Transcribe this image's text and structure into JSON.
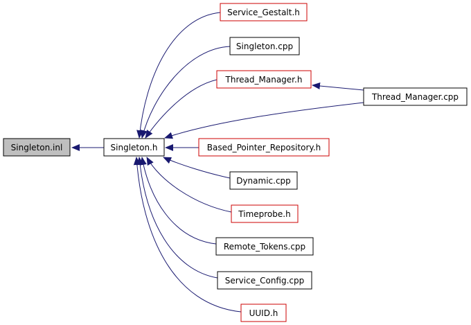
{
  "colors": {
    "edge": "#191970",
    "border_default": "#000000",
    "border_undocumented": "#cc0000",
    "fill_default": "#ffffff",
    "fill_root": "#bfbfbf"
  },
  "nodes": {
    "singleton_inl": {
      "label": "Singleton.inl",
      "style": "root"
    },
    "singleton_h": {
      "label": "Singleton.h",
      "style": "default"
    },
    "service_gestalt_h": {
      "label": "Service_Gestalt.h",
      "style": "undocumented"
    },
    "singleton_cpp": {
      "label": "Singleton.cpp",
      "style": "default"
    },
    "thread_manager_h": {
      "label": "Thread_Manager.h",
      "style": "undocumented"
    },
    "thread_manager_cpp": {
      "label": "Thread_Manager.cpp",
      "style": "default"
    },
    "based_pointer_repository_h": {
      "label": "Based_Pointer_Repository.h",
      "style": "undocumented"
    },
    "dynamic_cpp": {
      "label": "Dynamic.cpp",
      "style": "default"
    },
    "timeprobe_h": {
      "label": "Timeprobe.h",
      "style": "undocumented"
    },
    "remote_tokens_cpp": {
      "label": "Remote_Tokens.cpp",
      "style": "default"
    },
    "service_config_cpp": {
      "label": "Service_Config.cpp",
      "style": "default"
    },
    "uuid_h": {
      "label": "UUID.h",
      "style": "undocumented"
    }
  }
}
